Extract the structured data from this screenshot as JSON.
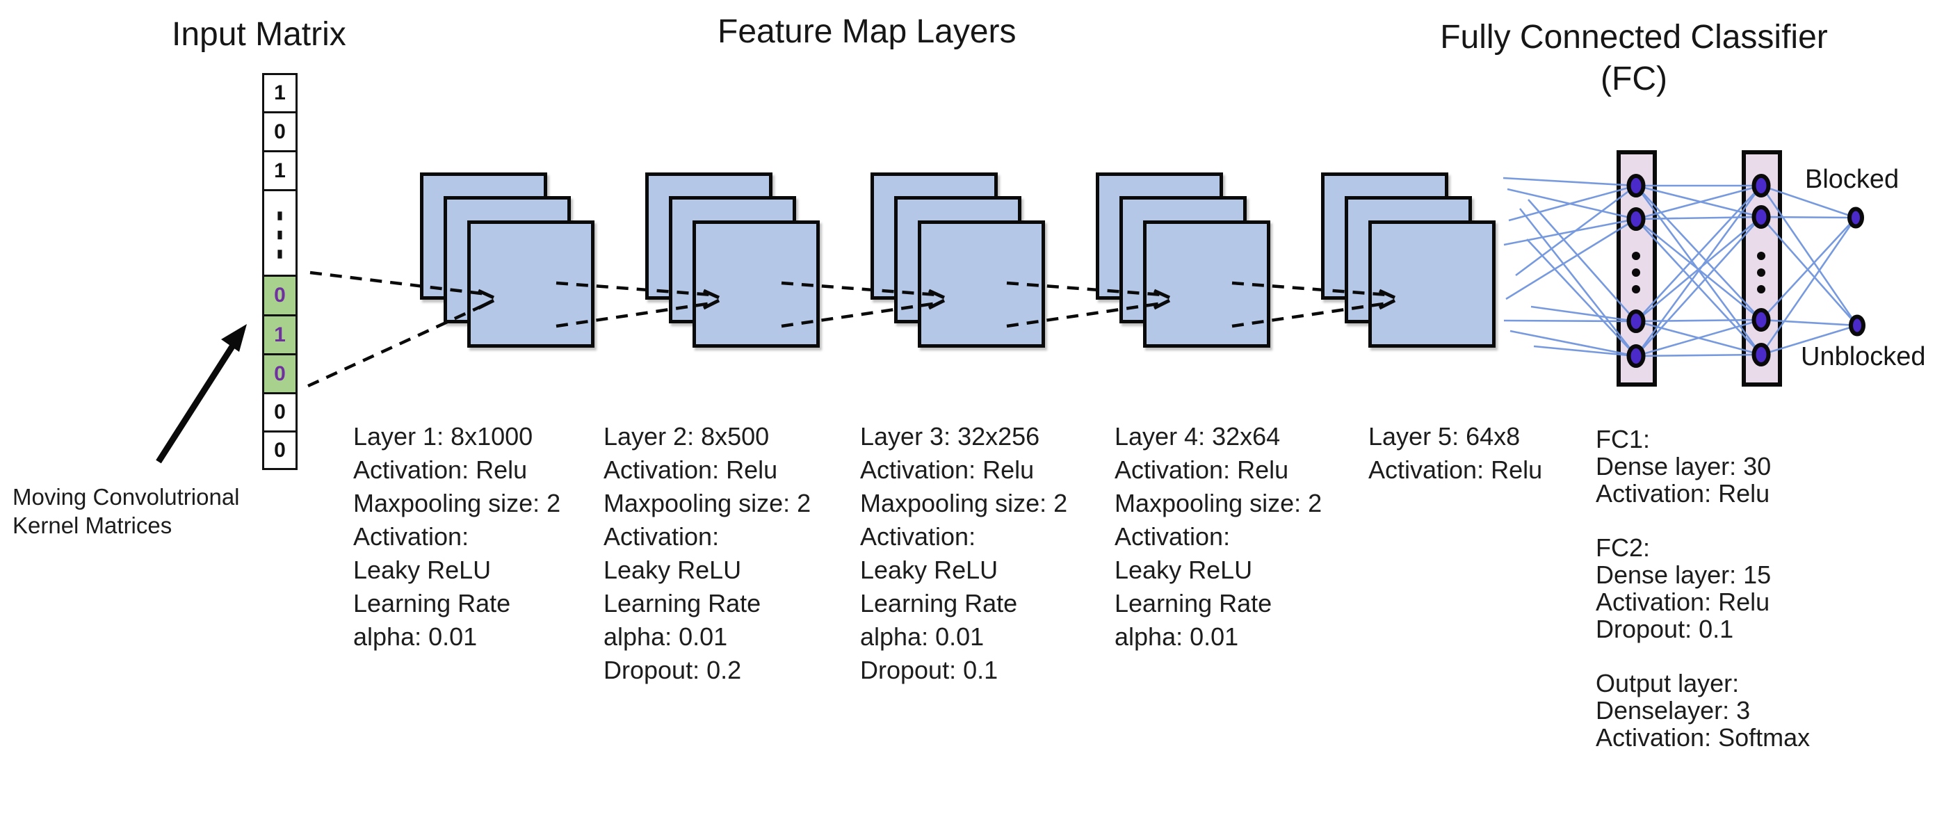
{
  "titles": {
    "input_matrix": "Input Matrix",
    "feature_maps": "Feature Map Layers",
    "fc_line1": "Fully Connected Classifier",
    "fc_line2": "(FC)"
  },
  "input_matrix": {
    "cells": [
      {
        "v": "1"
      },
      {
        "v": "0"
      },
      {
        "v": "1"
      },
      {
        "v": "⋮"
      },
      {
        "v": "0",
        "highlight": true
      },
      {
        "v": "1",
        "highlight": true
      },
      {
        "v": "0",
        "highlight": true
      },
      {
        "v": "0"
      },
      {
        "v": "0"
      }
    ],
    "annotation_line1": "Moving Convolutrional",
    "annotation_line2": "Kernel Matrices"
  },
  "feature_layers": [
    {
      "lines": [
        "Layer 1: 8x1000",
        "Activation: Relu",
        "Maxpooling size: 2",
        "Activation:",
        "Leaky ReLU",
        "Learning Rate",
        "alpha: 0.01"
      ]
    },
    {
      "lines": [
        "Layer 2: 8x500",
        "Activation: Relu",
        "Maxpooling size: 2",
        "Activation:",
        "Leaky ReLU",
        "Learning Rate",
        "alpha: 0.01",
        "Dropout: 0.2"
      ]
    },
    {
      "lines": [
        "Layer 3: 32x256",
        "Activation: Relu",
        "Maxpooling size: 2",
        "Activation:",
        "Leaky ReLU",
        "Learning Rate",
        "alpha: 0.01",
        "Dropout: 0.1"
      ]
    },
    {
      "lines": [
        "Layer 4: 32x64",
        "Activation: Relu",
        "Maxpooling size: 2",
        "Activation:",
        "Leaky ReLU",
        "Learning Rate",
        "alpha: 0.01"
      ]
    },
    {
      "lines": [
        "Layer 5: 64x8",
        "Activation: Relu"
      ]
    }
  ],
  "fc_classifier": {
    "fc1": {
      "lines": [
        "FC1:",
        "Dense layer: 30",
        "Activation: Relu"
      ]
    },
    "fc2": {
      "lines": [
        "FC2:",
        "Dense layer: 15",
        "Activation: Relu",
        "Dropout: 0.1"
      ]
    },
    "output": {
      "lines": [
        "Output layer:",
        "Denselayer: 3",
        "Activation: Softmax"
      ]
    },
    "output_labels": {
      "top": "Blocked",
      "bottom": "Unblocked"
    }
  },
  "colors": {
    "feature_map_fill": "#b4c7e7",
    "matrix_highlight": "#a9d18e",
    "highlight_digit": "#7030a0",
    "fc_column_fill": "#e9dbe9",
    "node_fill": "#4a2bc9",
    "connection_blue": "#6c92dc"
  }
}
